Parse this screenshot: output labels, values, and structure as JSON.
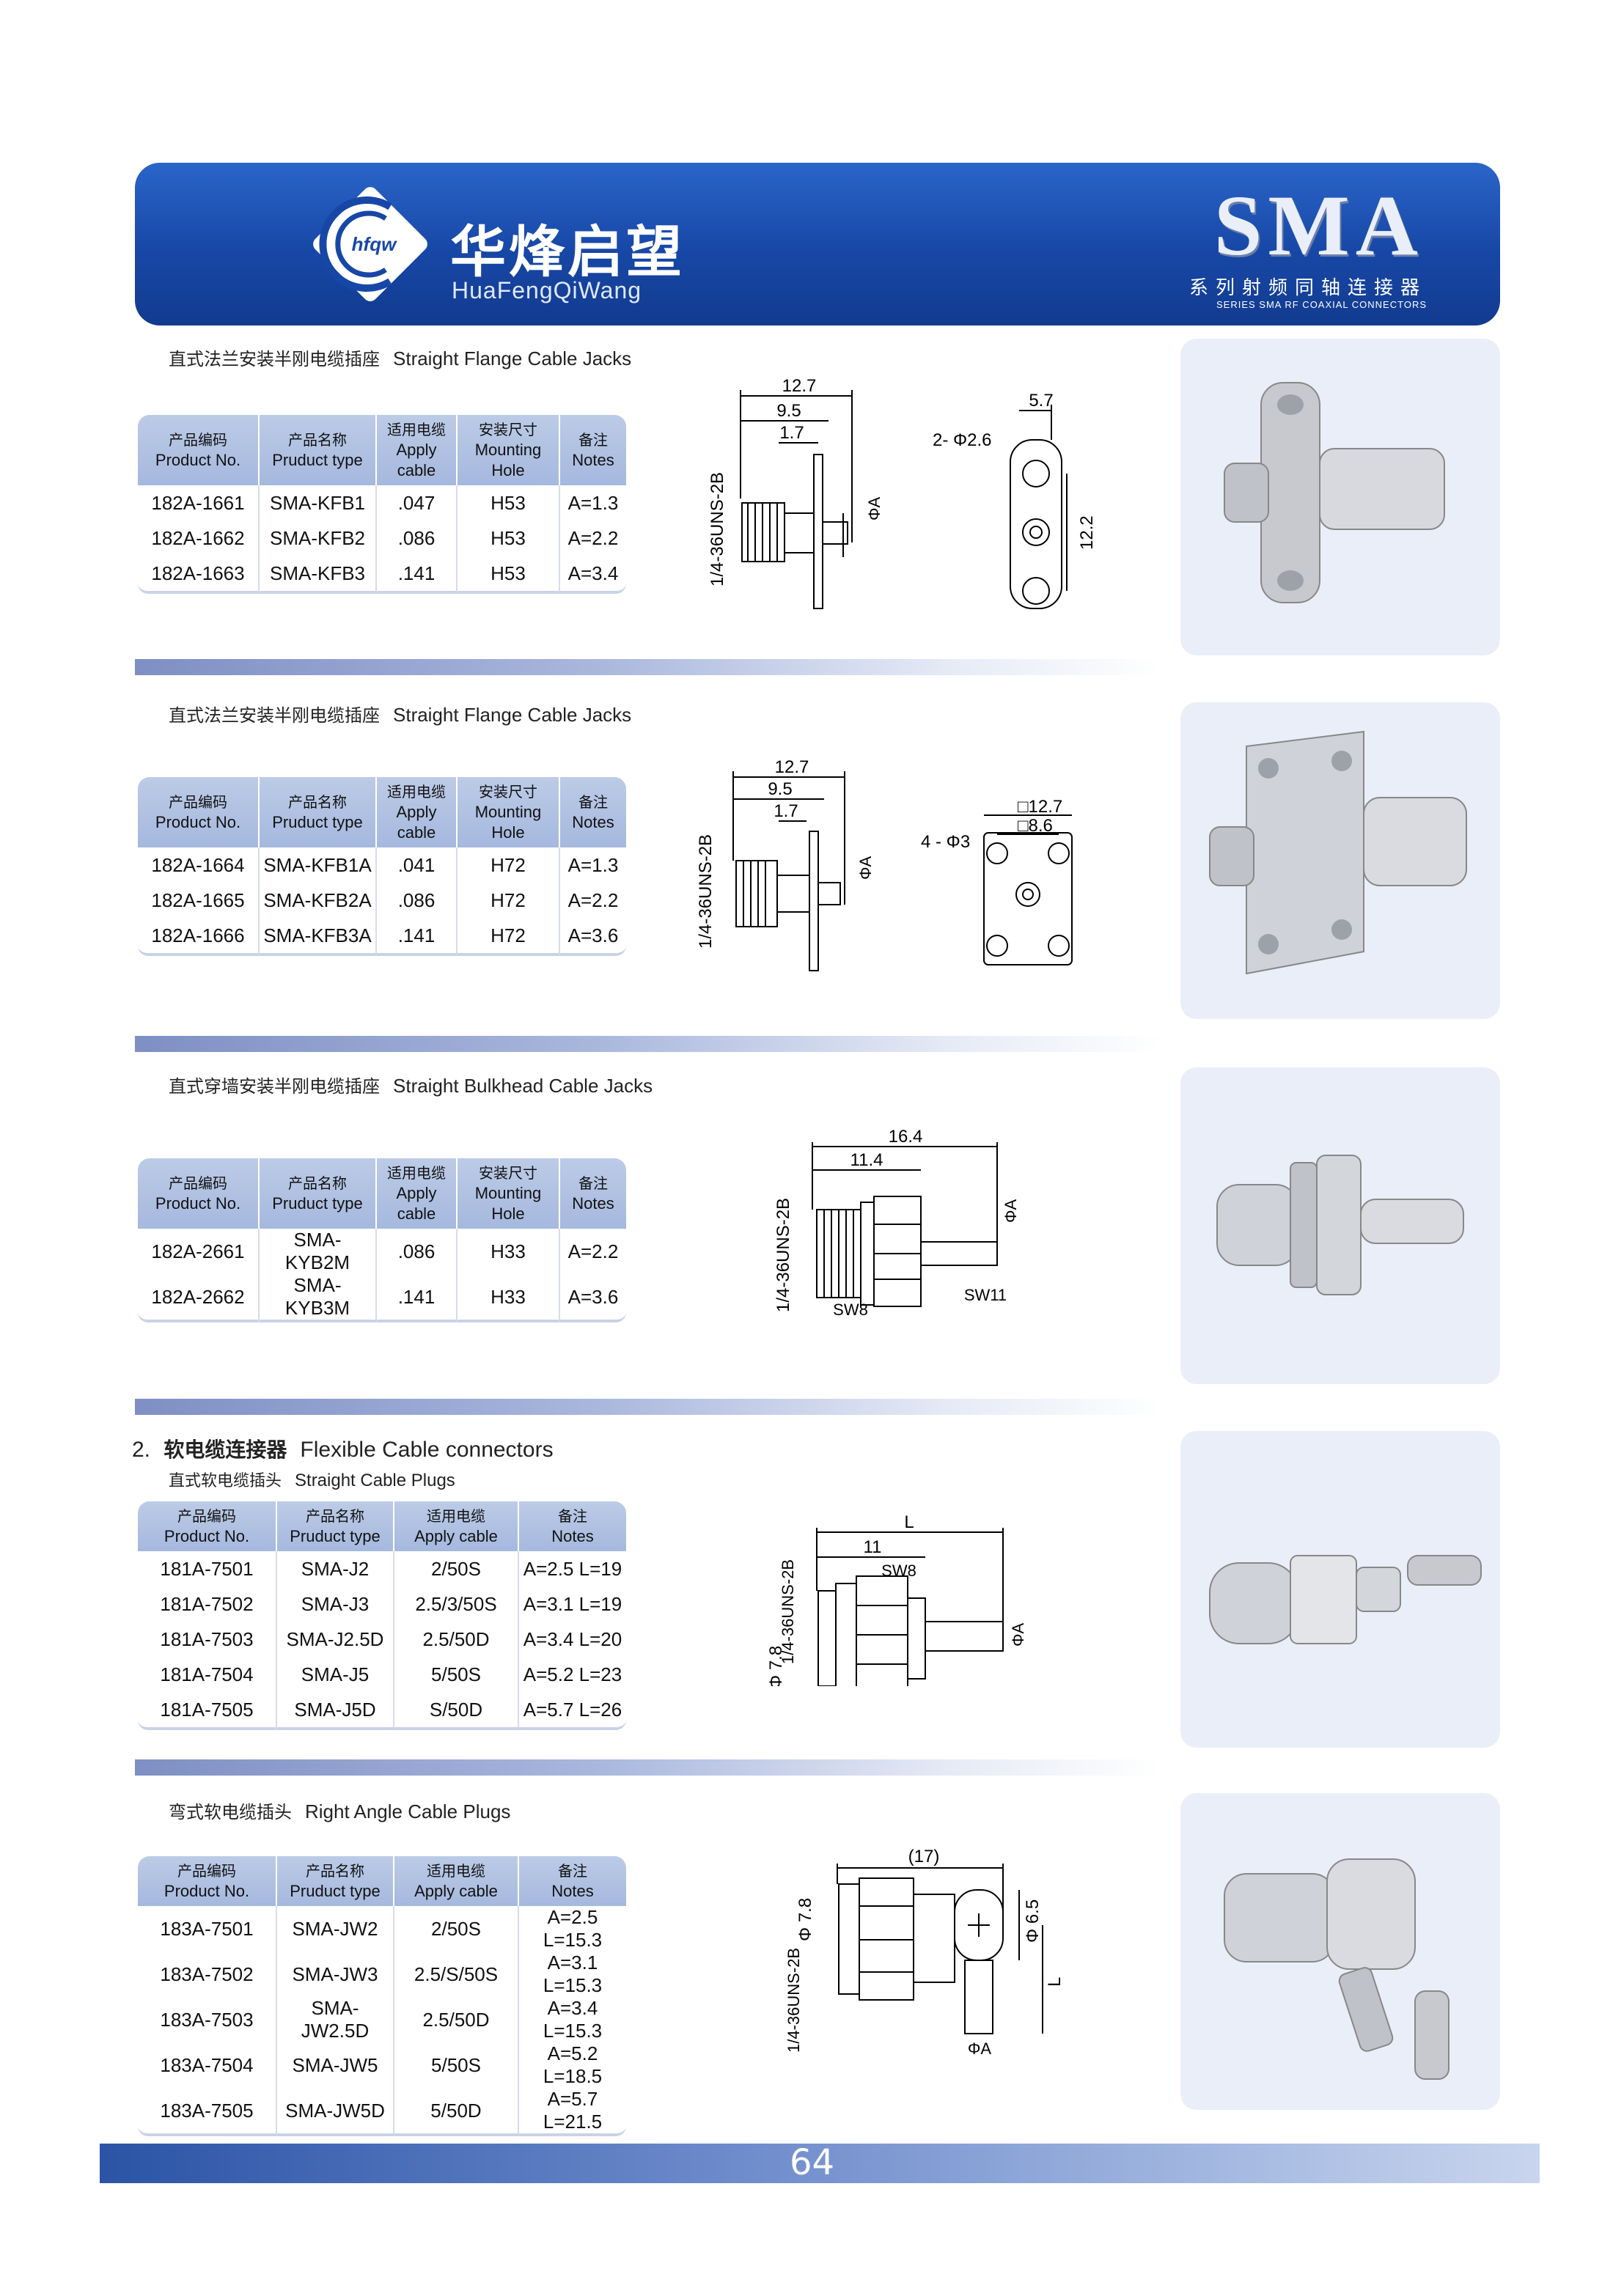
{
  "header": {
    "logo_text": "hfqw",
    "brand_cn": "华烽启望",
    "brand_en": "HuaFengQiWang",
    "series_title": "SMA",
    "series_cn": "系列射频同轴连接器",
    "series_en": "SERIES SMA RF COAXIAL CONNECTORS"
  },
  "colors": {
    "header_blue": "#1747a6",
    "table_header": "#b3c3e3",
    "photo_bg": "#e9eef8"
  },
  "sections": [
    {
      "title_cn": "直式法兰安装半刚电缆插座",
      "title_en": "Straight Flange Cable Jacks",
      "headers": [
        {
          "cn": "产品编码",
          "en": "Product No."
        },
        {
          "cn": "产品名称",
          "en": "Pruduct type"
        },
        {
          "cn": "适用电缆",
          "en": "Apply cable"
        },
        {
          "cn": "安装尺寸",
          "en": "Mounting Hole"
        },
        {
          "cn": "备注",
          "en": "Notes"
        }
      ],
      "rows": [
        [
          "182A-1661",
          "SMA-KFB1",
          ".047",
          "H53",
          "A=1.3"
        ],
        [
          "182A-1662",
          "SMA-KFB2",
          ".086",
          "H53",
          "A=2.2"
        ],
        [
          "182A-1663",
          "SMA-KFB3",
          ".141",
          "H53",
          "A=3.4"
        ]
      ],
      "dims": {
        "d1": "12.7",
        "d2": "9.5",
        "d3": "1.7",
        "d4": "5.7",
        "holes": "2- Φ2.6",
        "height": "12.2",
        "thread": "1/4-36UNS-2B",
        "phi_a": "ΦA"
      },
      "photo_icon": "flange-jack-2hole-photo"
    },
    {
      "title_cn": "直式法兰安装半刚电缆插座",
      "title_en": "Straight Flange Cable Jacks",
      "headers": [
        {
          "cn": "产品编码",
          "en": "Product No."
        },
        {
          "cn": "产品名称",
          "en": "Pruduct type"
        },
        {
          "cn": "适用电缆",
          "en": "Apply cable"
        },
        {
          "cn": "安装尺寸",
          "en": "Mounting Hole"
        },
        {
          "cn": "备注",
          "en": "Notes"
        }
      ],
      "rows": [
        [
          "182A-1664",
          "SMA-KFB1A",
          ".041",
          "H72",
          "A=1.3"
        ],
        [
          "182A-1665",
          "SMA-KFB2A",
          ".086",
          "H72",
          "A=2.2"
        ],
        [
          "182A-1666",
          "SMA-KFB3A",
          ".141",
          "H72",
          "A=3.6"
        ]
      ],
      "dims": {
        "d1": "12.7",
        "d2": "9.5",
        "d3": "1.7",
        "sq1": "□12.7",
        "sq2": "□8.6",
        "holes": "4 - Φ3",
        "thread": "1/4-36UNS-2B",
        "phi_a": "ΦA"
      },
      "photo_icon": "flange-jack-4hole-photo"
    },
    {
      "title_cn": "直式穿墙安装半刚电缆插座",
      "title_en": "Straight Bulkhead Cable Jacks",
      "headers": [
        {
          "cn": "产品编码",
          "en": "Product No."
        },
        {
          "cn": "产品名称",
          "en": "Pruduct type"
        },
        {
          "cn": "适用电缆",
          "en": "Apply cable"
        },
        {
          "cn": "安装尺寸",
          "en": "Mounting Hole"
        },
        {
          "cn": "备注",
          "en": "Notes"
        }
      ],
      "rows": [
        [
          "182A-2661",
          "SMA-KYB2M",
          ".086",
          "H33",
          "A=2.2"
        ],
        [
          "182A-2662",
          "SMA-KYB3M",
          ".141",
          "H33",
          "A=3.6"
        ]
      ],
      "dims": {
        "d1": "16.4",
        "d2": "11.4",
        "sw1": "SW8",
        "sw2": "SW11",
        "thread": "1/4-36UNS-2B",
        "phi_a": "ΦA"
      },
      "photo_icon": "bulkhead-jack-photo"
    },
    {
      "heading_num": "2.",
      "heading_cn": "软电缆连接器",
      "heading_en": "Flexible Cable connectors",
      "title_cn": "直式软电缆插头",
      "title_en": "Straight Cable Plugs",
      "headers": [
        {
          "cn": "产品编码",
          "en": "Product No."
        },
        {
          "cn": "产品名称",
          "en": "Pruduct type"
        },
        {
          "cn": "适用电缆",
          "en": "Apply cable"
        },
        {
          "cn": "备注",
          "en": "Notes"
        }
      ],
      "rows": [
        [
          "181A-7501",
          "SMA-J2",
          "2/50S",
          "A=2.5 L=19"
        ],
        [
          "181A-7502",
          "SMA-J3",
          "2.5/3/50S",
          "A=3.1 L=19"
        ],
        [
          "181A-7503",
          "SMA-J2.5D",
          "2.5/50D",
          "A=3.4 L=20"
        ],
        [
          "181A-7504",
          "SMA-J5",
          "5/50S",
          "A=5.2 L=23"
        ],
        [
          "181A-7505",
          "SMA-J5D",
          "S/50D",
          "A=5.7 L=26"
        ]
      ],
      "dims": {
        "l": "L",
        "d1": "11",
        "sw": "SW8",
        "dia": "Φ 7.8",
        "thread": "1/4-36UNS-2B",
        "phi_a": "ΦA"
      },
      "photo_icon": "straight-plug-photo"
    },
    {
      "title_cn": "弯式软电缆插头",
      "title_en": "Right Angle Cable Plugs",
      "headers": [
        {
          "cn": "产品编码",
          "en": "Product No."
        },
        {
          "cn": "产品名称",
          "en": "Pruduct type"
        },
        {
          "cn": "适用电缆",
          "en": "Apply cable"
        },
        {
          "cn": "备注",
          "en": "Notes"
        }
      ],
      "rows": [
        [
          "183A-7501",
          "SMA-JW2",
          "2/50S",
          "A=2.5 L=15.3"
        ],
        [
          "183A-7502",
          "SMA-JW3",
          "2.5/S/50S",
          "A=3.1 L=15.3"
        ],
        [
          "183A-7503",
          "SMA-JW2.5D",
          "2.5/50D",
          "A=3.4 L=15.3"
        ],
        [
          "183A-7504",
          "SMA-JW5",
          "5/50S",
          "A=5.2 L=18.5"
        ],
        [
          "183A-7505",
          "SMA-JW5D",
          "5/50D",
          "A=5.7 L=21.5"
        ]
      ],
      "dims": {
        "d1": "(17)",
        "dia1": "Φ 7.8",
        "dia2": "Φ 6.5",
        "l": "L",
        "thread": "1/4-36UNS-2B",
        "phi_a": "ΦA"
      },
      "photo_icon": "right-angle-plug-photo"
    }
  ],
  "page_number": "64"
}
